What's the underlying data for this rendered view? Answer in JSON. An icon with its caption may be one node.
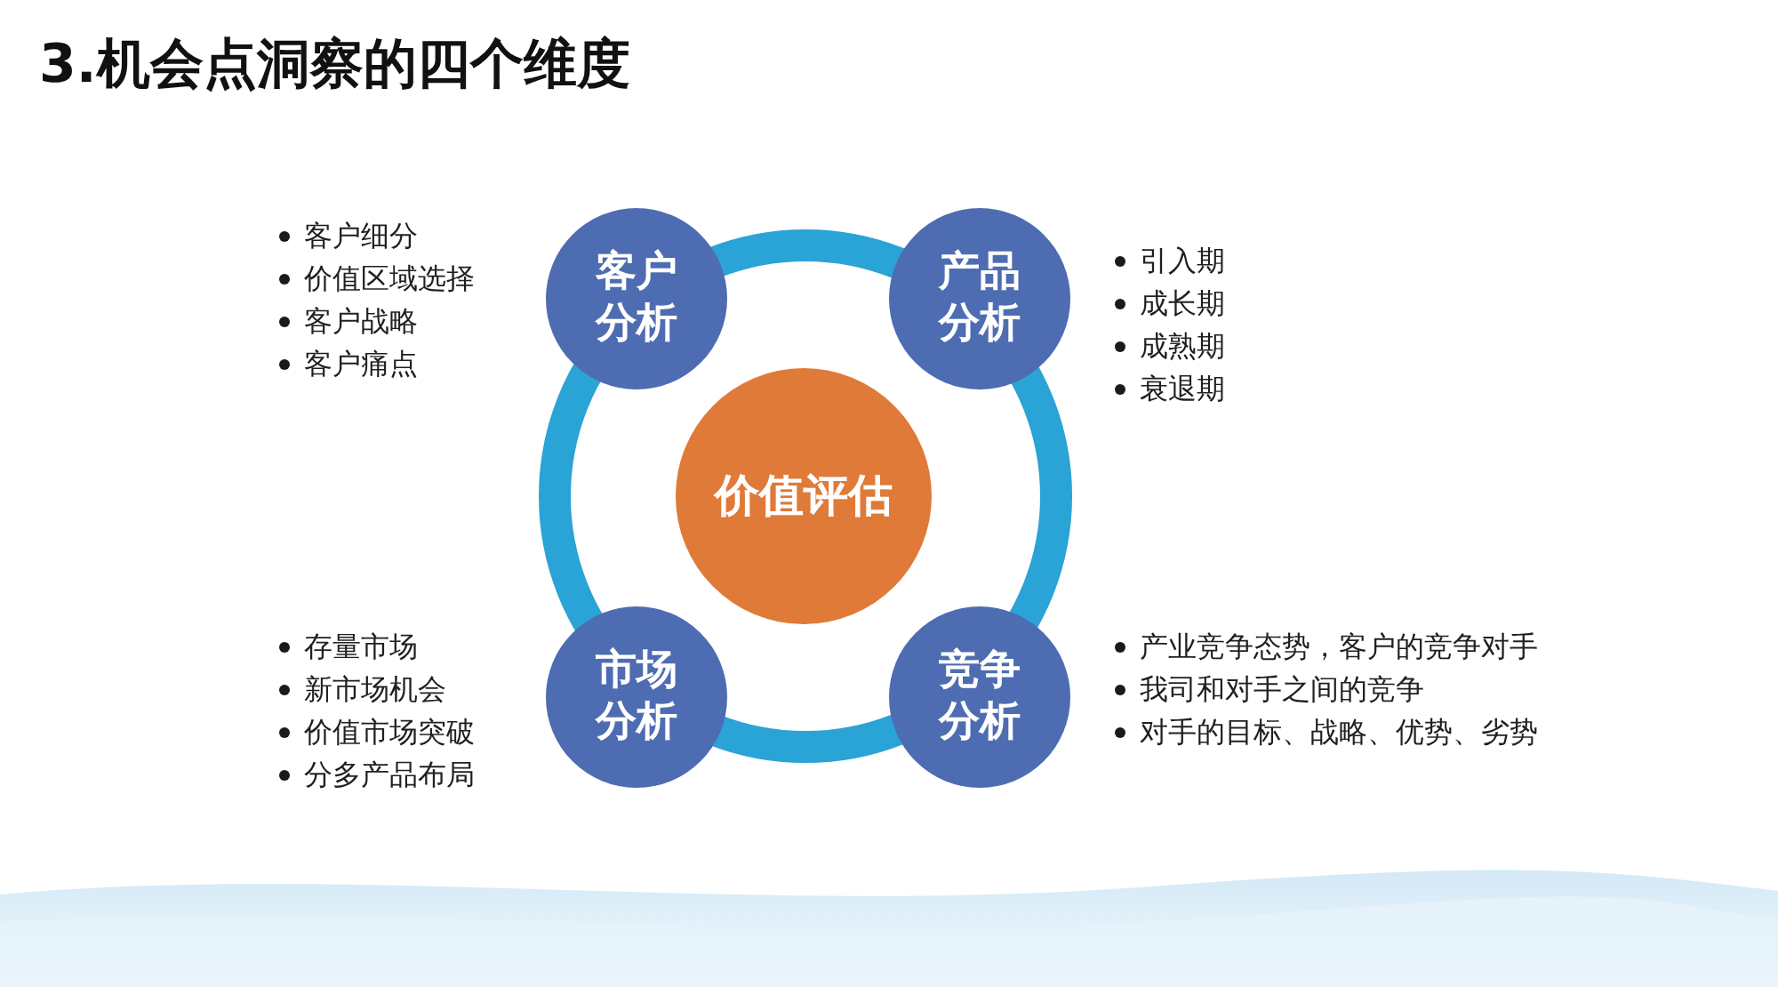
{
  "diagram": {
    "title": "3.机会点洞察的四个维度",
    "nodes": [
      {
        "text": [
          "客户分析"
        ],
        "beside": [
          "客户细分",
          "价值区域选择",
          "客户战略",
          "客户痛点"
        ]
      },
      {
        "text": [
          "产品分析"
        ],
        "beside": [
          "引入期",
          "成长期",
          "成熟期",
          "衰退期"
        ]
      },
      {
        "text": [
          "价值评估"
        ]
      },
      {
        "text": [
          "市场分析"
        ],
        "beside": [
          "存量市场",
          "新市场机会",
          "价值市场突破",
          "分多产品布局"
        ]
      },
      {
        "text": [
          "竞争分析"
        ],
        "beside": [
          "产业竞争态势，客户的竞争对手",
          "我司和对手之间的竞争",
          "对手的目标、战略、优势、劣势"
        ]
      }
    ]
  }
}
